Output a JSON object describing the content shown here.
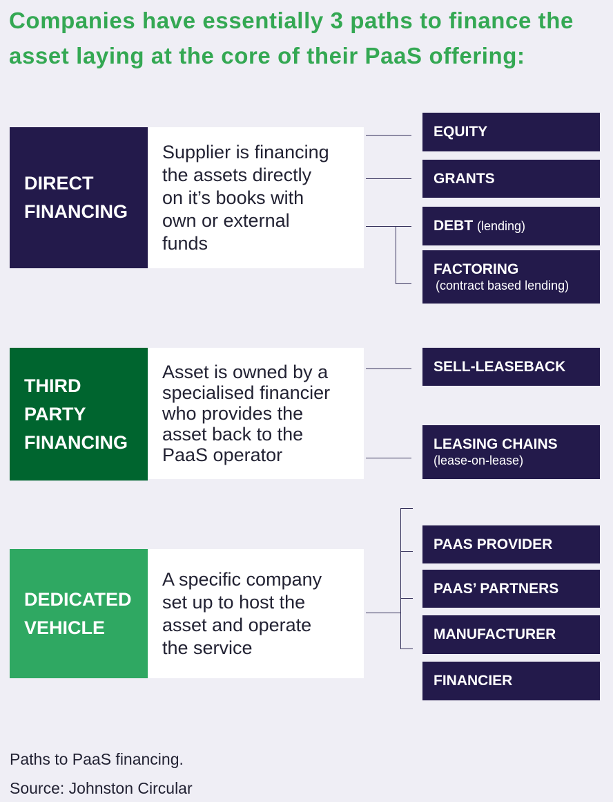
{
  "title": "Companies have essentially 3 paths to finance the asset laying at the core of their PaaS offering:",
  "colors": {
    "direct": "#231a4b",
    "third_party": "#00652f",
    "dedicated": "#2fa862",
    "option": "#231a4b",
    "accent_text": "#34a853"
  },
  "paths": [
    {
      "label": "DIRECT\nFINANCING",
      "description": "Supplier is financing\nthe assets directly\non it’s books with\nown or external\nfunds",
      "options": [
        {
          "label": "EQUITY",
          "sub": ""
        },
        {
          "label": "GRANTS",
          "sub": ""
        },
        {
          "label": "DEBT",
          "sub": "(lending)"
        },
        {
          "label": "FACTORING",
          "sub": "(contract based lending)"
        }
      ]
    },
    {
      "label": "THIRD\nPARTY\nFINANCING",
      "description": "Asset is owned by a\nspecialised financier\nwho provides the\nasset back to the\nPaaS operator",
      "options": [
        {
          "label": "SELL-LEASEBACK",
          "sub": ""
        },
        {
          "label": "LEASING CHAINS",
          "sub": "(lease-on-lease)"
        }
      ]
    },
    {
      "label": "DEDICATED\nVEHICLE",
      "description": "A specific company\nset up to host the\nasset and operate\nthe service",
      "options": [
        {
          "label": "PAAS PROVIDER",
          "sub": ""
        },
        {
          "label": "PAAS’ PARTNERS",
          "sub": ""
        },
        {
          "label": "MANUFACTURER",
          "sub": ""
        },
        {
          "label": "FINANCIER",
          "sub": ""
        }
      ]
    }
  ],
  "caption": {
    "line1": "Paths to PaaS financing.",
    "line2": "Source: Johnston Circular"
  }
}
